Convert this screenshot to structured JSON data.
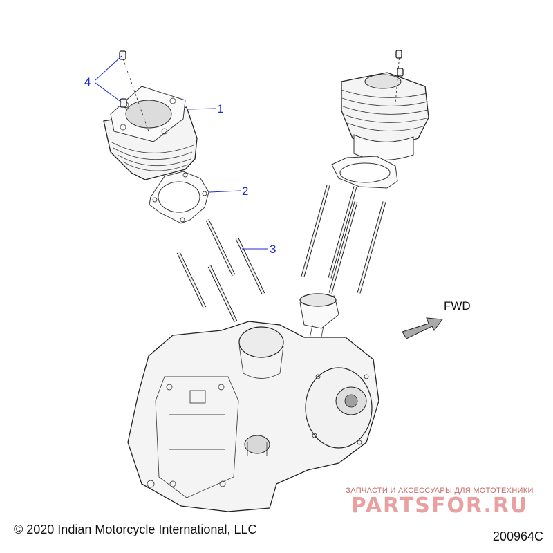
{
  "callouts": {
    "c1": "1",
    "c2": "2",
    "c3": "3",
    "c4": "4"
  },
  "direction_label": "FWD",
  "copyright": "© 2020 Indian Motorcycle International, LLC",
  "diagram_id": "200964C",
  "watermark": {
    "tagline": "ЗАПЧАСТИ И АКСЕССУАРЫ ДЛЯ МОТОТЕХНИКИ",
    "logo": "partsfor.ru"
  },
  "colors": {
    "callout": "#1c2bd6",
    "watermark": "#e8a0a0",
    "line": "#222222"
  }
}
